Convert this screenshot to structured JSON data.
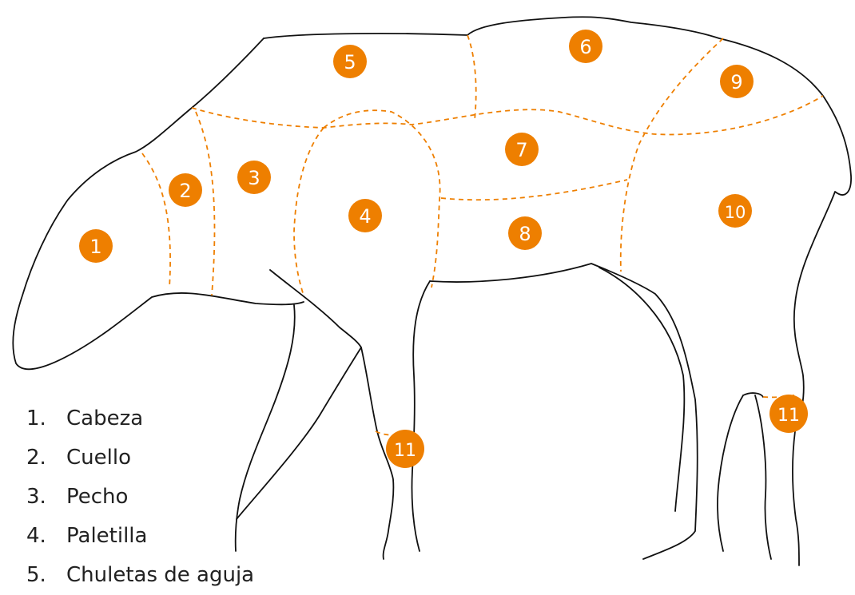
{
  "colors": {
    "accent": "#ee7f00",
    "outline": "#111111",
    "text": "#222222"
  },
  "badges": [
    "1",
    "2",
    "3",
    "4",
    "5",
    "6",
    "7",
    "8",
    "9",
    "10",
    "11",
    "11"
  ],
  "legend": [
    {
      "num": "1.",
      "label": "Cabeza"
    },
    {
      "num": "2.",
      "label": "Cuello"
    },
    {
      "num": "3.",
      "label": "Pecho"
    },
    {
      "num": "4.",
      "label": "Paletilla"
    },
    {
      "num": "5.",
      "label": "Chuletas de aguja"
    }
  ]
}
